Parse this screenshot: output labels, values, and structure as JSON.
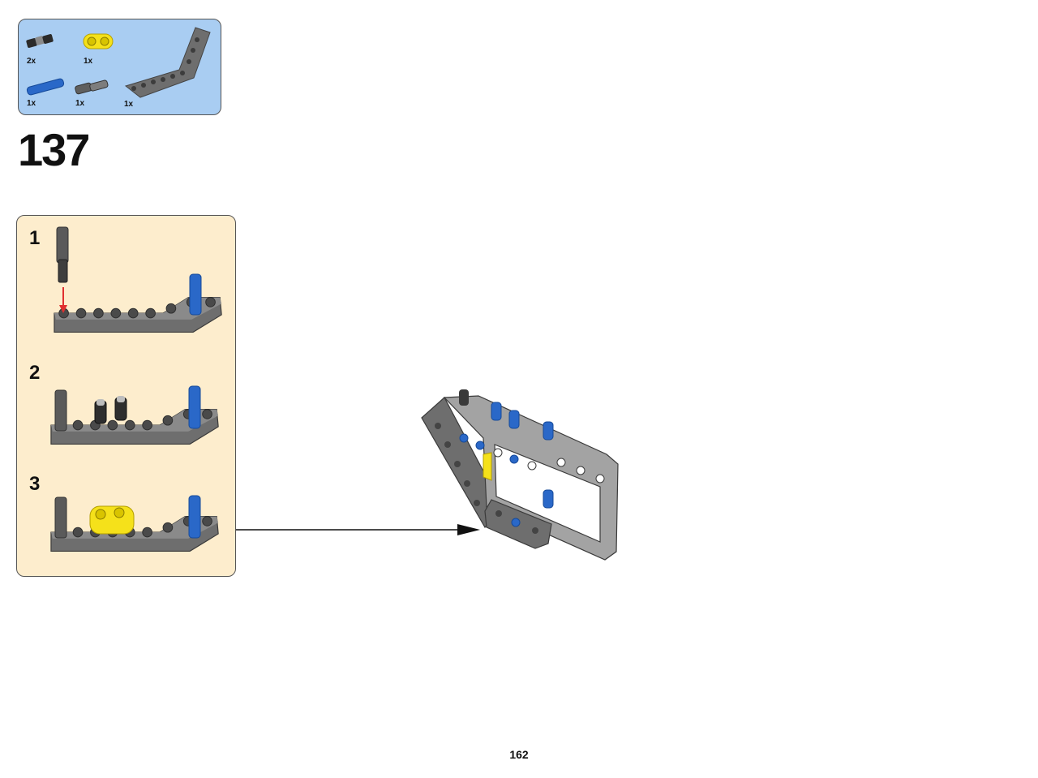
{
  "step": {
    "number": "137"
  },
  "parts_list": {
    "items": [
      {
        "part": "black-bush-pin",
        "quantity": "2x"
      },
      {
        "part": "yellow-2-hole-beam",
        "quantity": "1x"
      },
      {
        "part": "blue-axle-pin",
        "quantity": "1x"
      },
      {
        "part": "grey-axle",
        "quantity": "1x"
      },
      {
        "part": "grey-angled-beam",
        "quantity": "1x"
      }
    ]
  },
  "sub_steps": [
    {
      "number": "1"
    },
    {
      "number": "2"
    },
    {
      "number": "3"
    }
  ],
  "colors": {
    "parts_bg": "#a9cdf2",
    "substep_bg": "#fdedcd",
    "beam_grey": "#6e6e6e",
    "light_grey": "#a8a8a8",
    "pin_blue": "#2a68c8",
    "yellow": "#f5e11a",
    "arrow_red": "#e03030"
  },
  "footer": {
    "page_number": "162"
  }
}
